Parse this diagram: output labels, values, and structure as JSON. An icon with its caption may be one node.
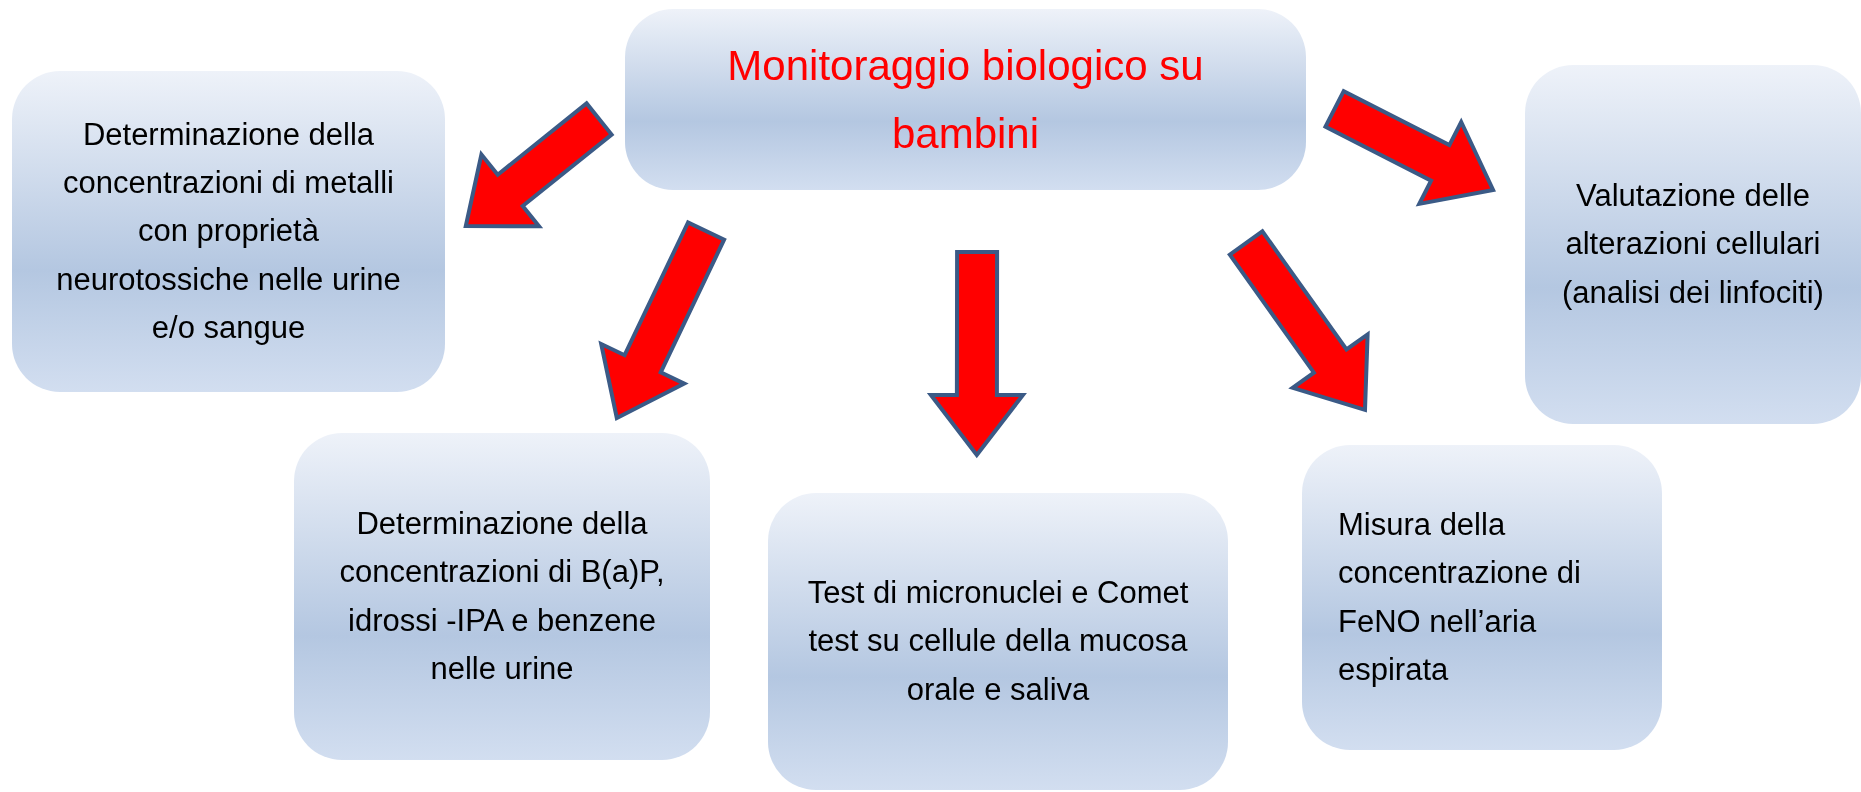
{
  "diagram": {
    "nodes": [
      {
        "text": [
          "Monitoraggio biologico su bambini"
        ]
      },
      {
        "text": [
          "Determinazione della concentrazioni di metalli con proprietà neurotossiche nelle urine e/o sangue"
        ]
      },
      {
        "text": [
          "Determinazione della concentrazioni di B(a)P, idrossi -IPA e benzene nelle urine"
        ]
      },
      {
        "text": [
          "Test di micronuclei e Comet test su cellule della mucosa orale e saliva"
        ]
      },
      {
        "text": [
          "Misura della concentrazione di FeNO nell’aria espirata"
        ]
      },
      {
        "text": [
          "Valutazione delle alterazioni cellulari (analisi dei linfociti)"
        ]
      }
    ],
    "edges": [
      {
        "from": 0,
        "to": 1,
        "arrow": "to",
        "style": "thick",
        "color": "#ff0000"
      },
      {
        "from": 0,
        "to": 2,
        "arrow": "to",
        "style": "thick",
        "color": "#ff0000"
      },
      {
        "from": 0,
        "to": 3,
        "arrow": "to",
        "style": "thick",
        "color": "#ff0000"
      },
      {
        "from": 0,
        "to": 4,
        "arrow": "to",
        "style": "thick",
        "color": "#ff0000"
      },
      {
        "from": 0,
        "to": 5,
        "arrow": "to",
        "style": "thick",
        "color": "#ff0000"
      }
    ]
  }
}
